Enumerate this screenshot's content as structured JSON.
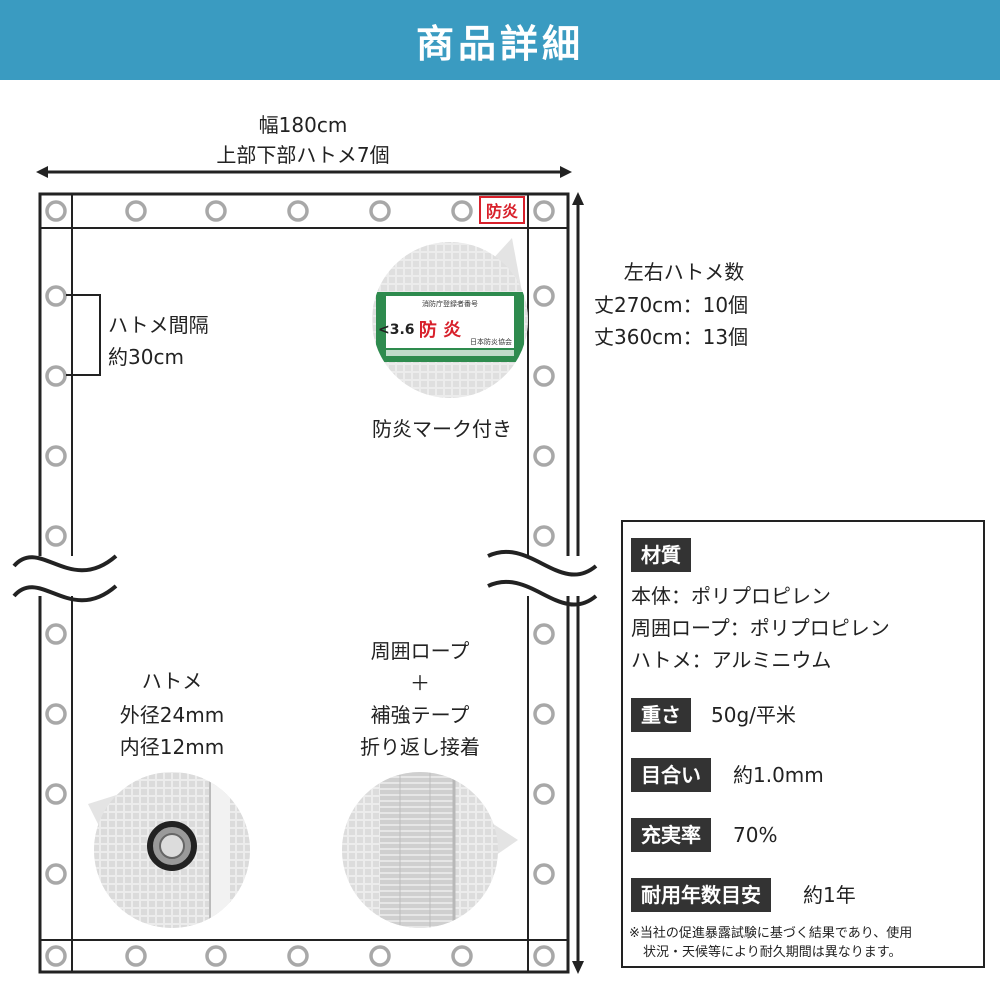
{
  "header": {
    "title": "商品詳細"
  },
  "dimensions": {
    "width_label": "幅180cm",
    "top_bottom_grommets": "上部下部ハトメ7個",
    "side_title": "左右ハトメ数",
    "side_270": "丈270cm：10個",
    "side_360": "丈360cm：13個"
  },
  "grommet_spacing": {
    "line1": "ハトメ間隔",
    "line2": "約30cm"
  },
  "fire_mark": {
    "badge": "防炎",
    "caption": "防炎マーク付き",
    "label_line1": "消防庁登録者番号",
    "label_code": "<3.6",
    "label_main": "防 炎",
    "label_org": "日本防炎協会"
  },
  "grommet_detail": {
    "line1": "ハトメ",
    "line2": "外径24mm",
    "line3": "内径12mm"
  },
  "rope_detail": {
    "line1": "周囲ロープ",
    "line2": "＋",
    "line3": "補強テープ",
    "line4": "折り返し接着"
  },
  "specs": {
    "material_label": "材質",
    "material_lines": [
      "本体：ポリプロピレン",
      "周囲ロープ：ポリプロピレン",
      "ハトメ：アルミニウム"
    ],
    "weight_label": "重さ",
    "weight_value": "50g/平米",
    "mesh_label": "目合い",
    "mesh_value": "約1.0mm",
    "fill_label": "充実率",
    "fill_value": "70%",
    "life_label": "耐用年数目安",
    "life_value": "約1年",
    "note_line1": "※当社の促進暴露試験に基づく結果であり、使用",
    "note_line2": "状況・天候等により耐久期間は異なります。"
  },
  "colors": {
    "header": "#3a9bc1",
    "label_bg": "#333333",
    "fire_red": "#d8202b",
    "label_green": "#2e8b4e"
  }
}
